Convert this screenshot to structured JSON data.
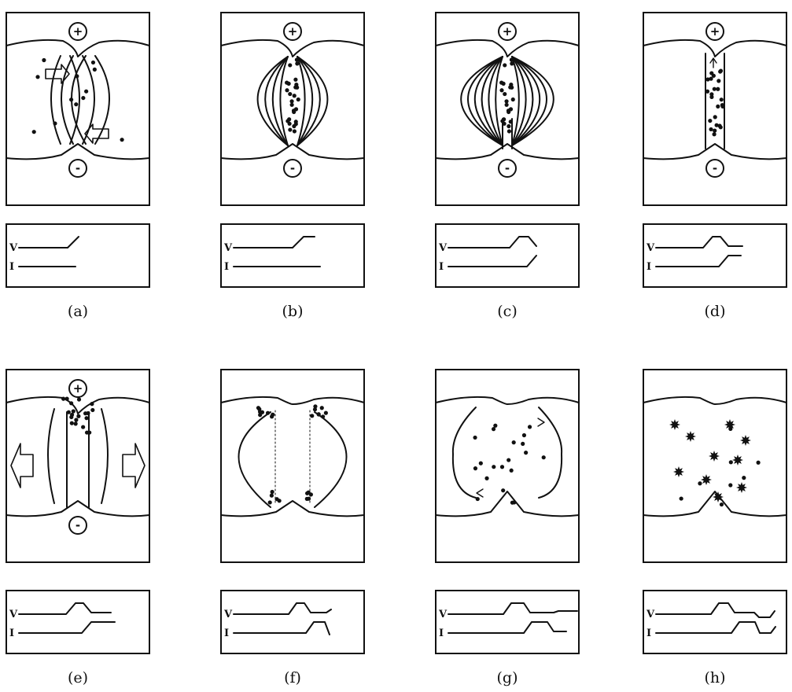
{
  "panels": [
    {
      "id": "a",
      "caption": "(a)",
      "stage": "a"
    },
    {
      "id": "b",
      "caption": "(b)",
      "stage": "b"
    },
    {
      "id": "c",
      "caption": "(c)",
      "stage": "c"
    },
    {
      "id": "d",
      "caption": "(d)",
      "stage": "d"
    },
    {
      "id": "e",
      "caption": "(e)",
      "stage": "e"
    },
    {
      "id": "f",
      "caption": "(f)",
      "stage": "f"
    },
    {
      "id": "g",
      "caption": "(g)",
      "stage": "g"
    },
    {
      "id": "h",
      "caption": "(h)",
      "stage": "h"
    }
  ],
  "signal_labels": {
    "voltage": "V",
    "current": "I"
  },
  "electrodes": {
    "anode": "+",
    "cathode": "-"
  },
  "colors": {
    "ink": "#111111",
    "paper": "#ffffff"
  }
}
